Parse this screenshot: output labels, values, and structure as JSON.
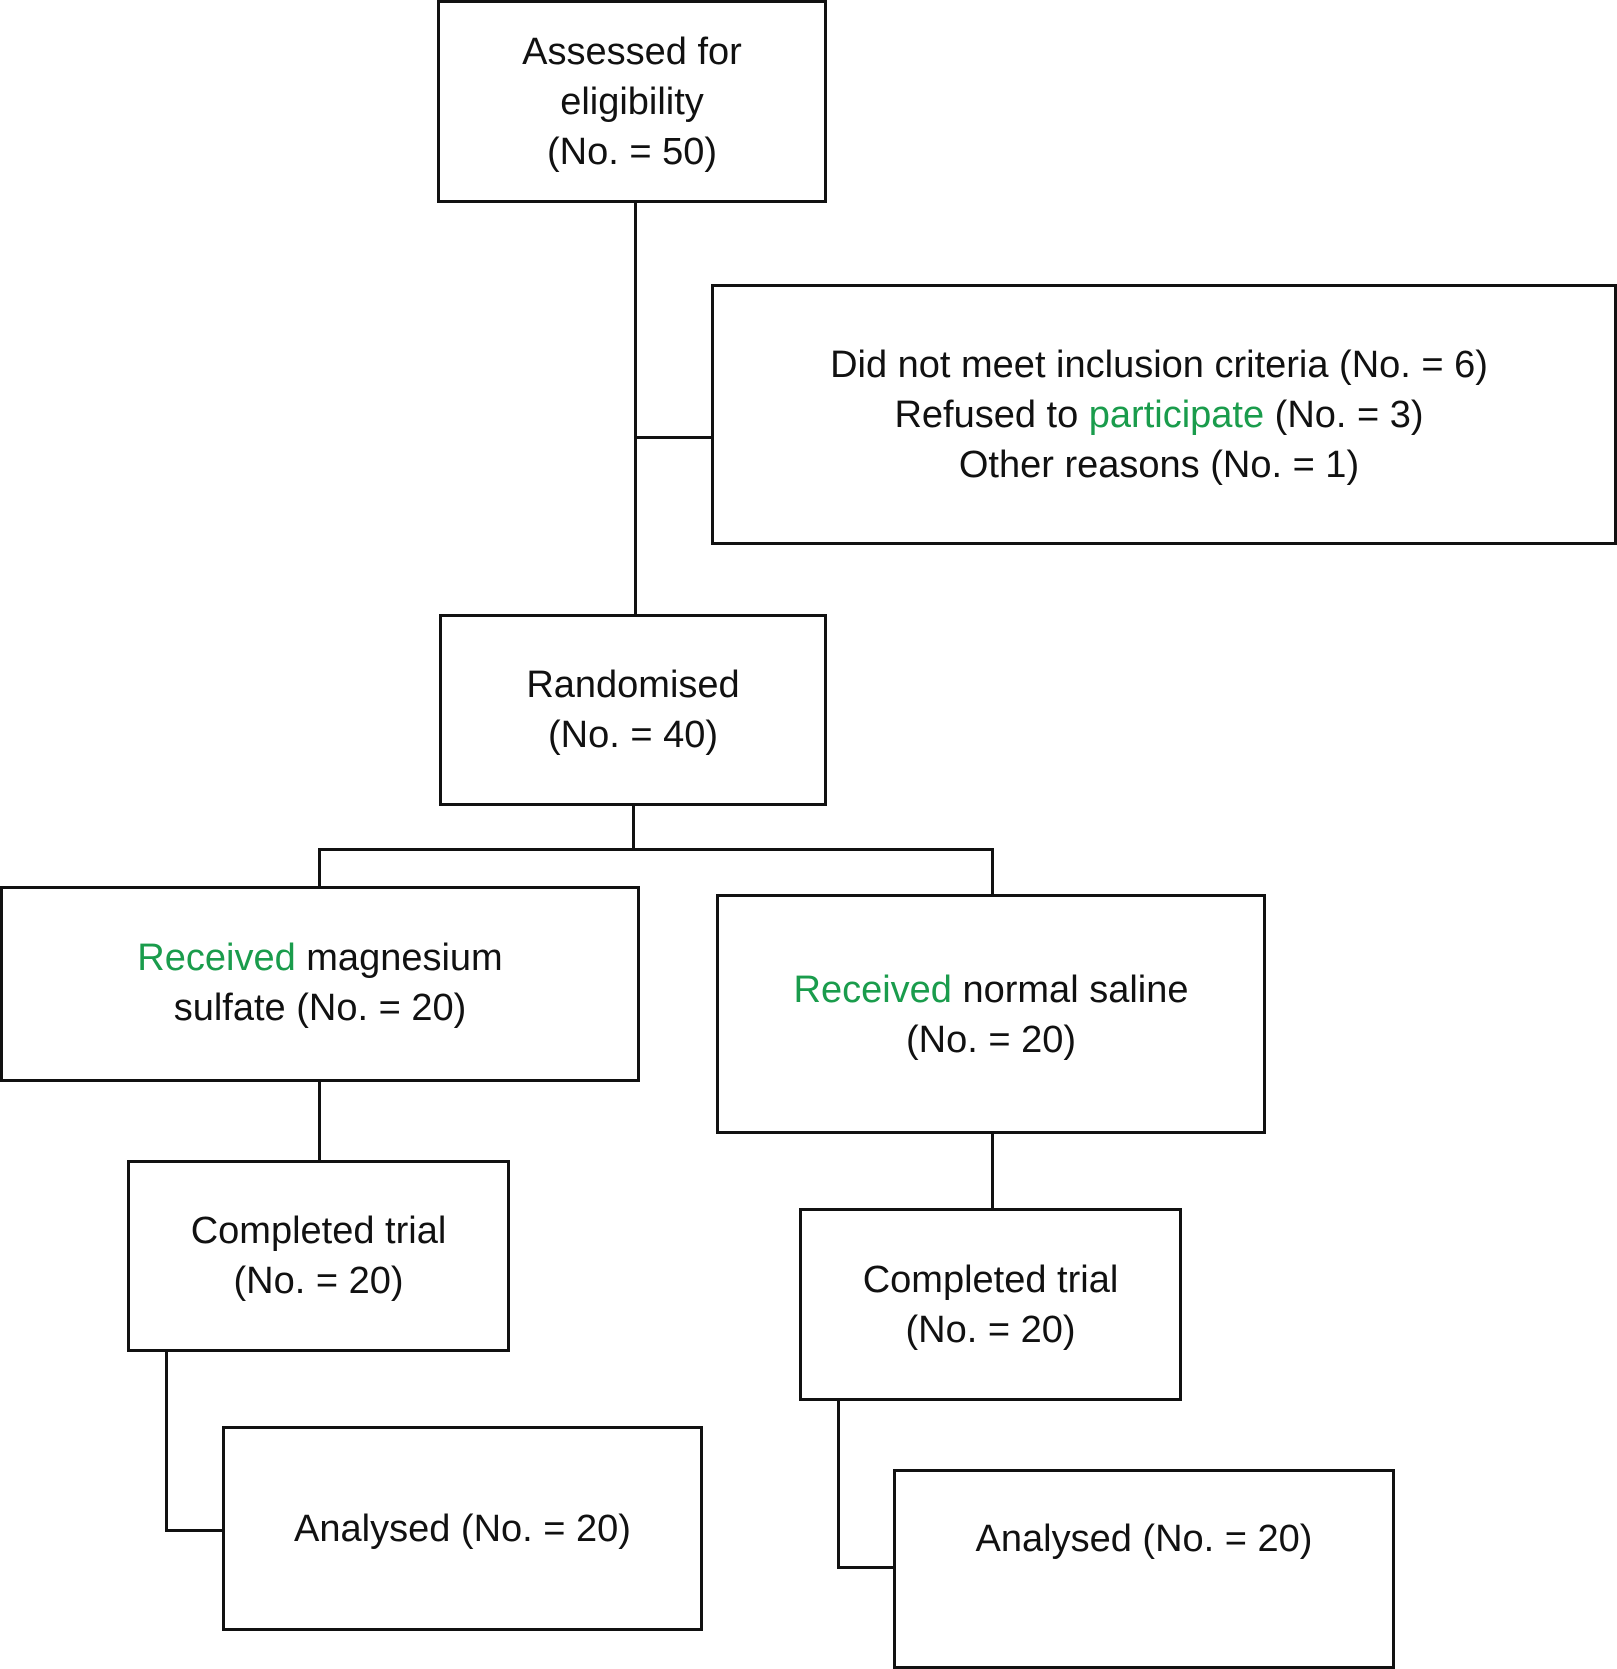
{
  "colors": {
    "line": "#111111",
    "highlight": "#1a9c4c",
    "background": "#ffffff"
  },
  "flow": {
    "assessed": {
      "line1": "Assessed for",
      "line2": "eligibility",
      "line3": "(No. = 50)"
    },
    "excluded": {
      "line1": "Did not meet inclusion criteria (No. = 6)",
      "line2_pre": "Refused to ",
      "line2_highlight": "participate",
      "line2_post": " (No. = 3)",
      "line3": "Other reasons (No. = 1)"
    },
    "randomised": {
      "line1": "Randomised",
      "line2": "(No. = 40)"
    },
    "arm_magnesium": {
      "received": {
        "line1_highlight": "Received",
        "line1_post": " magnesium",
        "line2": "sulfate (No. = 20)"
      },
      "completed": {
        "line1": "Completed trial",
        "line2": "(No. = 20)"
      },
      "analysed": {
        "line1": "Analysed (No. = 20)"
      }
    },
    "arm_saline": {
      "received": {
        "line1_highlight": "Received",
        "line1_post": " normal saline",
        "line2": "(No. = 20)"
      },
      "completed": {
        "line1": "Completed trial",
        "line2": "(No. = 20)"
      },
      "analysed": {
        "line1": "Analysed (No. = 20)"
      }
    }
  }
}
